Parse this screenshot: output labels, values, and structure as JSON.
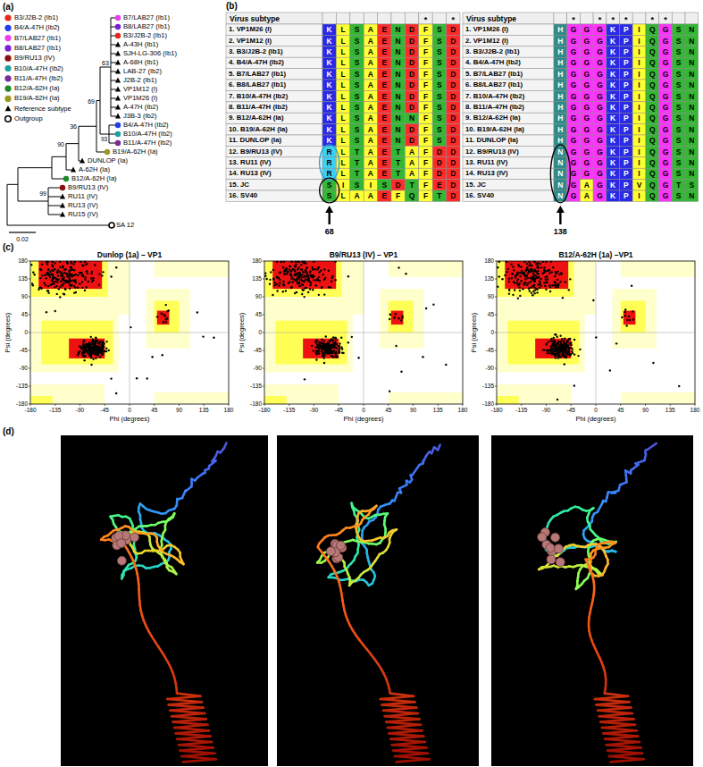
{
  "diagram": {
    "labels": [
      "(a)",
      "(b)",
      "(c)",
      "(d)",
      "B7/LAB27 (Ib1)",
      "B8/LAB27 (Ib1)",
      "B3/J2B-2 (Ib1)",
      "A-43H (Ib1)",
      "SJH-LG-306 (Ib1)",
      "A-68H (Ib1)",
      "LAB-27 (Ib2)",
      "J2B-2 (Ib1)",
      "VP1M12 (I)",
      "VP1M26 (I)",
      "A-47H (Ib2)",
      "J3B-3 (Ib2)",
      "B4/A-47H (Ib2)",
      "B10/A-47H (Ib2)",
      "B11/A-47H (Ib2)",
      "B19/A-62H (Ia)",
      "DUNLOP (Ia)",
      "A-62H (Ia)",
      "B12/A-62H (Ia)",
      "B9/RU13 (IV)",
      "RU11 (IV)",
      "RU13 (IV)",
      "RU15 (IV)",
      "SA 12",
      "63",
      "93",
      "69",
      "36",
      "90",
      "99",
      "0.02",
      "Virus subtype",
      "1. VP1M26 (I)",
      "2. VP1M12 (I)",
      "3. B3/J2B-2 (Ib1)",
      "4. B4/A-47H (Ib2)",
      "5. B7/LAB27 (Ib1)",
      "6. B8/LAB27 (Ib1)",
      "7. B10/A-47H (Ib2)",
      "8. B11/A-47H (Ib2)",
      "9. B12/A-62H (Ia)",
      "10. B19/A-62H (Ia)",
      "11. DUNLOP (Ia)",
      "12. B9/RU13 (IV)",
      "13. RU11 (IV)",
      "14. RU13 (IV)",
      "15. JC",
      "16. SV40",
      "*",
      "*",
      "K",
      "L",
      "S",
      "A",
      "E",
      "N",
      "D",
      "F",
      "S",
      "D",
      "K",
      "L",
      "S",
      "A",
      "E",
      "N",
      "D",
      "F",
      "S",
      "D",
      "K",
      "L",
      "S",
      "A",
      "E",
      "N",
      "D",
      "F",
      "S",
      "D",
      "K",
      "L",
      "S",
      "A",
      "E",
      "N",
      "D",
      "F",
      "S",
      "D",
      "K",
      "L",
      "S",
      "A",
      "E",
      "N",
      "D",
      "F",
      "S",
      "D",
      "K",
      "L",
      "S",
      "A",
      "E",
      "N",
      "D",
      "F",
      "S",
      "D",
      "K",
      "L",
      "S",
      "A",
      "E",
      "N",
      "D",
      "F",
      "S",
      "D",
      "K",
      "L",
      "S",
      "A",
      "E",
      "N",
      "D",
      "F",
      "S",
      "D",
      "K",
      "L",
      "S",
      "A",
      "E",
      "N",
      "N",
      "F",
      "S",
      "D",
      "K",
      "L",
      "S",
      "A",
      "E",
      "N",
      "D",
      "F",
      "S",
      "D",
      "K",
      "L",
      "S",
      "A",
      "E",
      "N",
      "D",
      "F",
      "S",
      "D",
      "R",
      "L",
      "T",
      "A",
      "E",
      "T",
      "A",
      "F",
      "D",
      "D",
      "R",
      "L",
      "T",
      "A",
      "E",
      "T",
      "A",
      "F",
      "D",
      "D",
      "R",
      "L",
      "T",
      "A",
      "E",
      "T",
      "A",
      "F",
      "D",
      "D",
      "S",
      "I",
      "S",
      "I",
      "S",
      "D",
      "T",
      "F",
      "E",
      "D",
      "S",
      "L",
      "A",
      "A",
      "E",
      "F",
      "Q",
      "F",
      "T",
      "D",
      "68",
      "Virus subtype",
      "1. VP1M26 (I)",
      "2. VP1M12 (I)",
      "3. B3/J2B-2 (Ib1)",
      "4. B4/A-47H (Ib2)",
      "5. B7/LAB27 (Ib1)",
      "6. B8/LAB27 (Ib1)",
      "7. B10/A-47H (Ib2)",
      "8. B11/A-47H (Ib2)",
      "9. B12/A-62H (Ia)",
      "10. B19/A-62H (Ia)",
      "11. DUNLOP (Ia)",
      "12. B9/RU13 (IV)",
      "13. RU11 (IV)",
      "14. RU13 (IV)",
      "15. JC",
      "16. SV40",
      "*",
      "*",
      "*",
      "*",
      "*",
      "*",
      "H",
      "G",
      "G",
      "G",
      "K",
      "P",
      "I",
      "Q",
      "G",
      "S",
      "N",
      "H",
      "G",
      "G",
      "G",
      "K",
      "P",
      "I",
      "Q",
      "G",
      "S",
      "N",
      "H",
      "G",
      "G",
      "G",
      "K",
      "P",
      "I",
      "Q",
      "G",
      "S",
      "N",
      "H",
      "G",
      "G",
      "G",
      "K",
      "P",
      "I",
      "Q",
      "G",
      "S",
      "N",
      "H",
      "G",
      "G",
      "G",
      "K",
      "P",
      "I",
      "Q",
      "G",
      "S",
      "N",
      "H",
      "G",
      "G",
      "G",
      "K",
      "P",
      "I",
      "Q",
      "G",
      "S",
      "N",
      "H",
      "G",
      "G",
      "G",
      "K",
      "P",
      "I",
      "Q",
      "G",
      "S",
      "N",
      "H",
      "G",
      "G",
      "G",
      "K",
      "P",
      "I",
      "Q",
      "G",
      "S",
      "N",
      "H",
      "G",
      "G",
      "G",
      "K",
      "P",
      "I",
      "Q",
      "G",
      "S",
      "N",
      "H",
      "G",
      "G",
      "G",
      "K",
      "P",
      "I",
      "Q",
      "G",
      "S",
      "N",
      "H",
      "G",
      "G",
      "G",
      "K",
      "P",
      "I",
      "Q",
      "G",
      "S",
      "N",
      "N",
      "G",
      "G",
      "G",
      "K",
      "P",
      "I",
      "Q",
      "G",
      "S",
      "N",
      "N",
      "G",
      "G",
      "G",
      "K",
      "P",
      "I",
      "Q",
      "G",
      "S",
      "N",
      "N",
      "G",
      "G",
      "G",
      "K",
      "P",
      "I",
      "Q",
      "G",
      "S",
      "N",
      "N",
      "G",
      "A",
      "G",
      "K",
      "P",
      "V",
      "Q",
      "G",
      "T",
      "S",
      "N",
      "G",
      "A",
      "G",
      "K",
      "P",
      "I",
      "Q",
      "G",
      "S",
      "N",
      "138",
      "Dunlop (1a) – VP1",
      "Psi (degrees)",
      "Phi (degrees)",
      "180",
      "135",
      "90",
      "45",
      "0",
      "-45",
      "-90",
      "-135",
      "-180",
      "-180",
      "-135",
      "-90",
      "-45",
      "0",
      "45",
      "90",
      "135",
      "180",
      "B9/RU13 (IV) – VP1",
      "Psi (degrees)",
      "Phi (degrees)",
      "180",
      "135",
      "90",
      "45",
      "0",
      "-45",
      "-90",
      "-135",
      "-180",
      "-180",
      "-135",
      "-90",
      "-45",
      "0",
      "45",
      "90",
      "135",
      "180",
      "B12/A-62H (1a) –VP1",
      "Psi (degrees)",
      "Phi (degrees)",
      "180",
      "135",
      "90",
      "45",
      "0",
      "-45",
      "-90",
      "-135",
      "-180",
      "-180",
      "-135",
      "-90",
      "-45",
      "0",
      "45",
      "90",
      "135",
      "180"
    ],
    "legend": [
      {
        "text": "B3/J2B-2 (Ib1)",
        "color": "#e8261f"
      },
      {
        "text": "B4/A-47H (Ib2)",
        "color": "#1f3fe8"
      },
      {
        "text": "B7/LAB27 (Ib1)",
        "color": "#f03cf0"
      },
      {
        "text": "B8/LAB27 (Ib1)",
        "color": "#7a1fd6"
      },
      {
        "text": "B9/RU13 (IV)",
        "color": "#8b1010"
      },
      {
        "text": "B10/A-47H (Ib2)",
        "color": "#1fa0a0"
      },
      {
        "text": "B11/A-47H (Ib2)",
        "color": "#7a2a9a"
      },
      {
        "text": "B12/A-62H (Ia)",
        "color": "#1f8a2a"
      },
      {
        "text": "B19/A-62H (Ia)",
        "color": "#9a9a20"
      },
      {
        "text": "Reference subtype"
      },
      {
        "text": "Outgroup"
      }
    ]
  }
}
